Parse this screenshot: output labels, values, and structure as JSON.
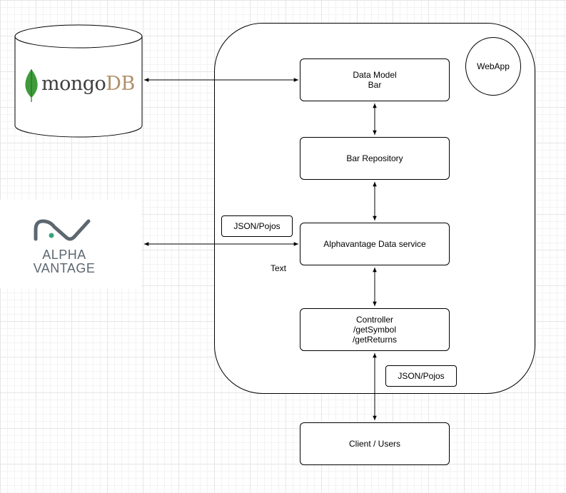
{
  "nodes": {
    "data_model": {
      "line1": "Data Model",
      "line2": "Bar"
    },
    "bar_repository": {
      "label": "Bar Repository"
    },
    "data_service": {
      "label": "Alphavantage Data service"
    },
    "controller": {
      "line1": "Controller",
      "line2": "/getSymbol",
      "line3": "/getReturns"
    },
    "client": {
      "label": "Client / Users"
    }
  },
  "container": {
    "label": "WebApp"
  },
  "labels": {
    "json_pojos_top": "JSON/Pojos",
    "json_pojos_bottom": "JSON/Pojos",
    "free_text": "Text"
  },
  "logos": {
    "mongodb": {
      "word_a": "mongo",
      "word_b": "DB",
      "leaf_color": "#3f9b3a",
      "db_color": "#b08f6a"
    },
    "alpha_vantage": {
      "line1": "ALPHA",
      "line2": "VANTAGE",
      "mark_color": "#5c6770",
      "dot_color": "#3aa27b"
    }
  },
  "colors": {
    "stroke": "#000000",
    "grid": "#e6e6e6"
  }
}
